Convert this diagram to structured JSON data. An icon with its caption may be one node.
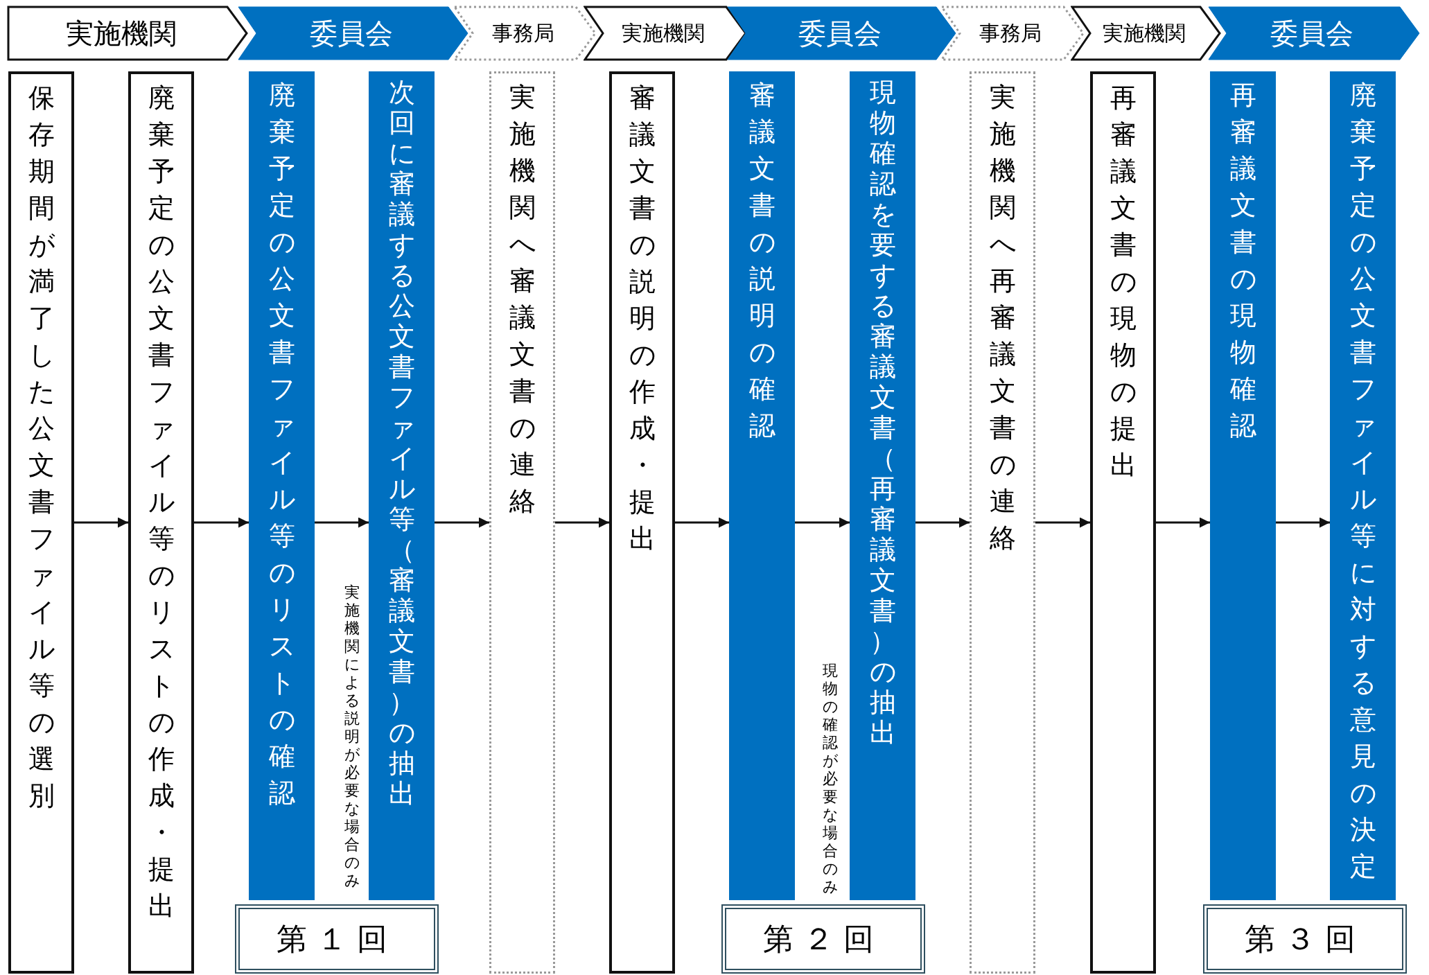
{
  "diagram": {
    "nodes": [
      {
        "text": [
          "実施機関"
        ]
      },
      {
        "text": [
          "委員会"
        ]
      },
      {
        "text": [
          "事務局"
        ]
      },
      {
        "text": [
          "実施機関"
        ]
      },
      {
        "text": [
          "委員会"
        ]
      },
      {
        "text": [
          "事務局"
        ]
      },
      {
        "text": [
          "実施機関"
        ]
      },
      {
        "text": [
          "委員会"
        ]
      },
      {
        "text": [
          "保存期間が満了した公文書ファイル等の選別"
        ]
      },
      {
        "text": [
          "廃棄予定の公文書ファイル等のリストの作成・提出"
        ]
      },
      {
        "text": [
          "廃棄予定の公文書ファイル等のリストの確認"
        ]
      },
      {
        "text": [
          "次回に審議する公文書ファイル等（審議文書）の抽出"
        ]
      },
      {
        "text": [
          "実施機関へ審議文書の連絡"
        ]
      },
      {
        "text": [
          "審議文書の説明の作成・提出"
        ]
      },
      {
        "text": [
          "審議文書の説明の確認"
        ]
      },
      {
        "text": [
          "現物確認を要する審議文書（再審議文書）の抽出"
        ]
      },
      {
        "text": [
          "実施機関へ再審議文書の連絡"
        ]
      },
      {
        "text": [
          "再審議文書の現物の提出"
        ]
      },
      {
        "text": [
          "再審議文書の現物確認"
        ]
      },
      {
        "text": [
          "廃棄予定の公文書ファイル等に対する意見の決定"
        ]
      },
      {
        "text": [
          "第１回"
        ]
      },
      {
        "text": [
          "第２回"
        ]
      },
      {
        "text": [
          "第３回"
        ]
      }
    ],
    "edges": [
      {
        "from": 8,
        "to": 9,
        "arrow": "to"
      },
      {
        "from": 9,
        "to": 10,
        "arrow": "to"
      },
      {
        "from": 10,
        "to": 11,
        "arrow": "to"
      },
      {
        "from": 11,
        "to": 12,
        "arrow": "to"
      },
      {
        "from": 12,
        "to": 13,
        "arrow": "to"
      },
      {
        "from": 13,
        "to": 14,
        "arrow": "to"
      },
      {
        "from": 14,
        "to": 15,
        "arrow": "to"
      },
      {
        "from": 15,
        "to": 16,
        "arrow": "to"
      },
      {
        "from": 16,
        "to": 17,
        "arrow": "to"
      },
      {
        "from": 17,
        "to": 18,
        "arrow": "to"
      },
      {
        "from": 18,
        "to": 19,
        "arrow": "to"
      }
    ],
    "labels": [
      "実施機関による説明が必要な場合のみ",
      "現物の確認が必要な場合のみ"
    ]
  }
}
